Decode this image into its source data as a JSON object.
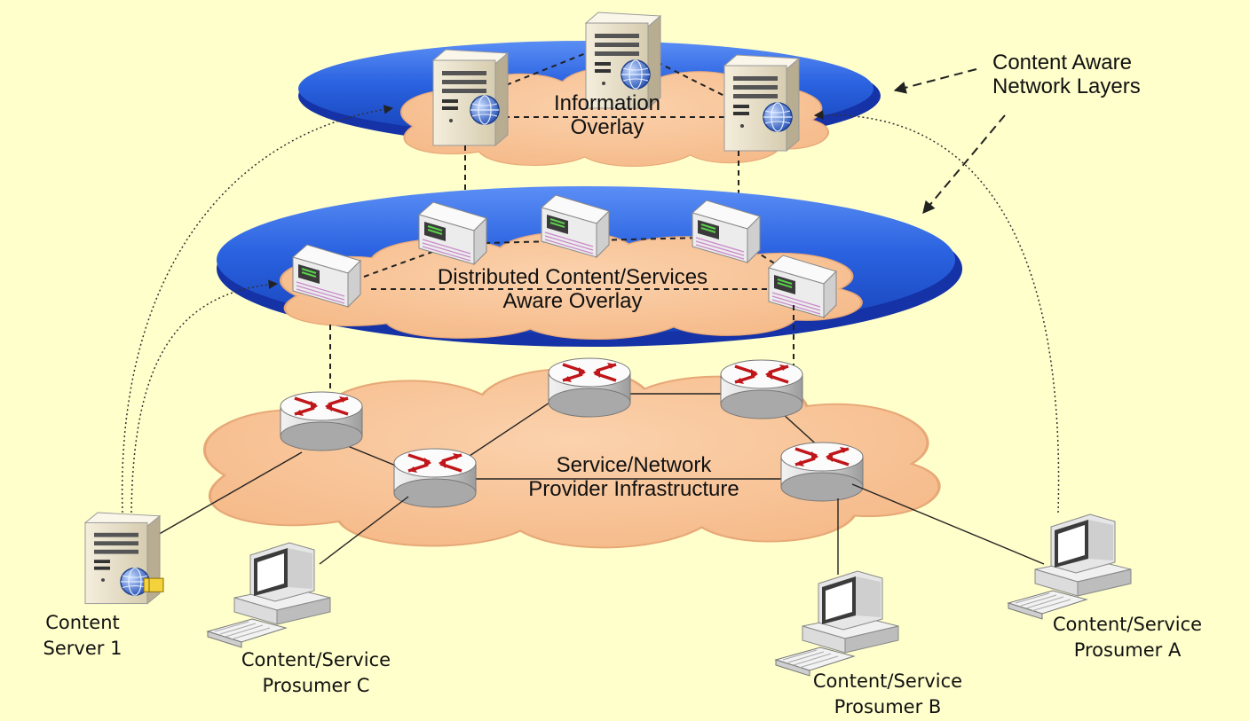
{
  "labels": {
    "content_aware_line1": "Content Aware",
    "content_aware_line2": "Network Layers",
    "info_overlay_line1": "Information",
    "info_overlay_line2": "Overlay",
    "dcsa_line1": "Distributed Content/Services",
    "dcsa_line2": "Aware Overlay",
    "infra_line1": "Service/Network",
    "infra_line2": "Provider Infrastructure",
    "server1_line1": "Content",
    "server1_line2": "Server 1",
    "prosumer_c_line1": "Content/Service",
    "prosumer_c_line2": "Prosumer C",
    "prosumer_b_line1": "Content/Service",
    "prosumer_b_line2": "Prosumer B",
    "prosumer_a_line1": "Content/Service",
    "prosumer_a_line2": "Prosumer A"
  },
  "colors": {
    "background": "#ffffcc",
    "disc_blue": "#1f55d6",
    "cloud_orange": "#f9c598"
  }
}
